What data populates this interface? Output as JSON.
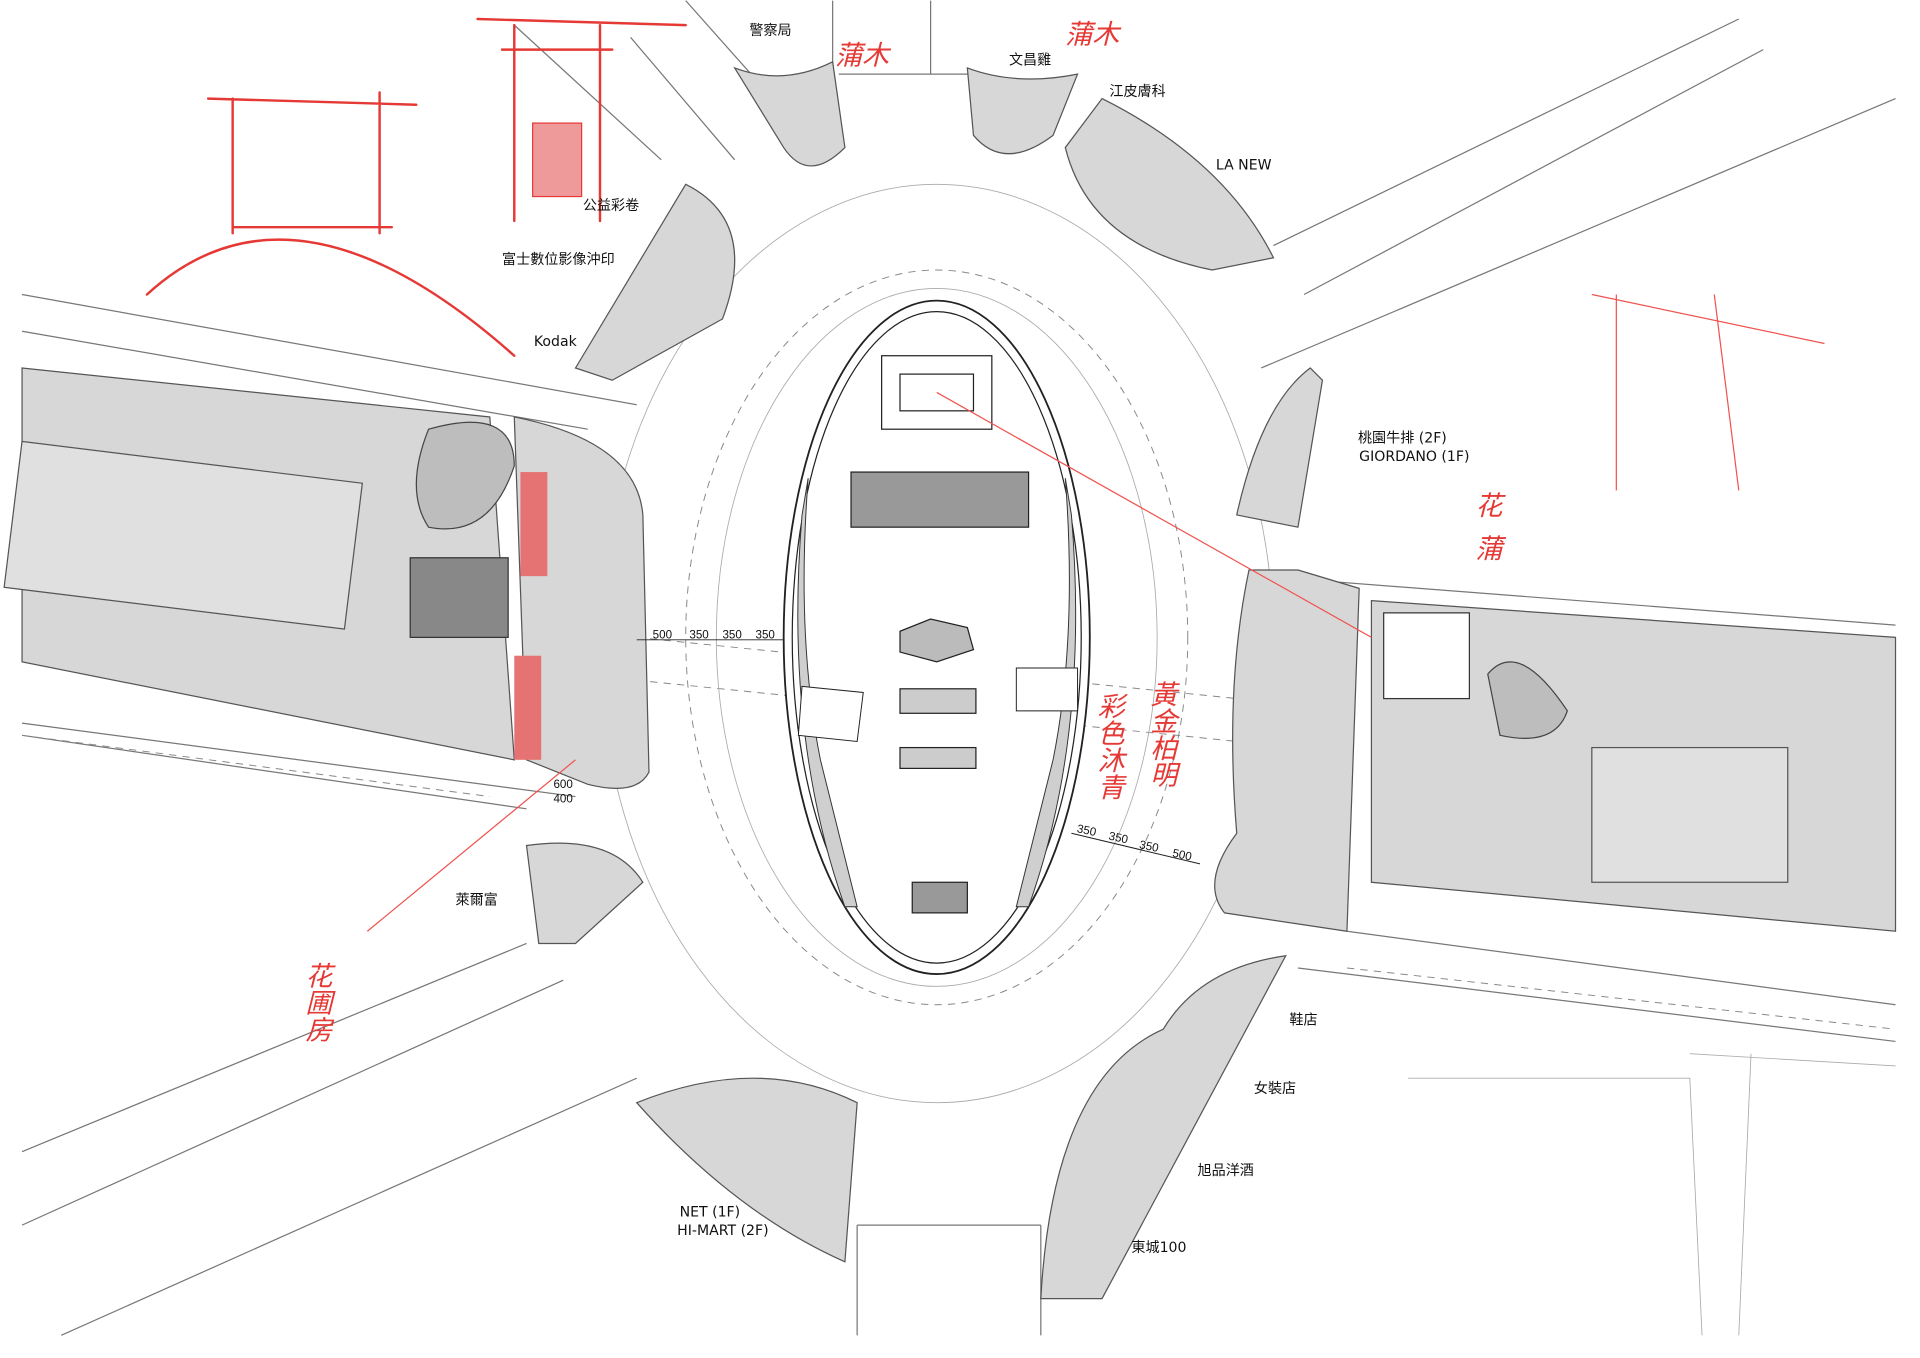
{
  "shop_labels": {
    "police": "警察局",
    "wenchang": "文昌雞",
    "derma": "江皮膚科",
    "lanew": "LA NEW",
    "lottery": "公益彩卷",
    "fuji": "富士數位影像沖印",
    "kodak": "Kodak",
    "steak": "桃園牛排 (2F)",
    "giordano": "GIORDANO (1F)",
    "hilife": "萊爾富",
    "shoes": "鞋店",
    "womens": "女裝店",
    "liquor": "旭品洋酒",
    "net": "NET (1F)",
    "himart": "HI-MART (2F)",
    "dongcheng": "東城100"
  },
  "dimensions": {
    "west_row": [
      "500",
      "350",
      "350",
      "350"
    ],
    "west_cross": [
      "600",
      "400"
    ],
    "east_row": [
      "350",
      "350",
      "350",
      "500"
    ]
  },
  "handwritten": {
    "top_left": "蒲木",
    "top_right": "蒲木",
    "east_top": "花",
    "east_top2": "蒲",
    "east_mid1": "彩色沐青",
    "east_mid2": "黃金柏明",
    "southwest": "花圃房"
  },
  "colors": {
    "markup_red": "#e53935",
    "planter_grey": "#d7d7d7"
  }
}
